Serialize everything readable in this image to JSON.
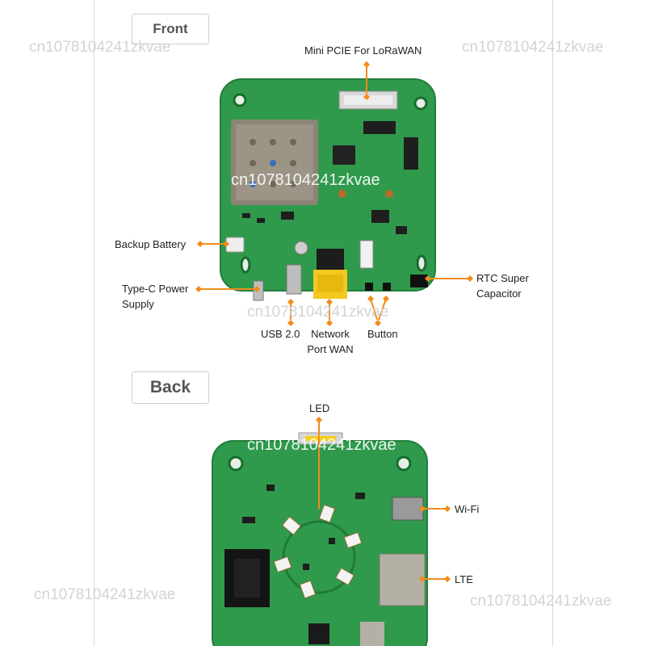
{
  "tabs": {
    "front": "Front",
    "back": "Back"
  },
  "front_labels": {
    "mini_pcie": "Mini PCIE For LoRaWAN",
    "backup_battery": "Backup Battery",
    "type_c_line1": "Type-C Power",
    "type_c_line2": "Supply",
    "rtc_line1": "RTC Super",
    "rtc_line2": "Capacitor",
    "usb": "USB 2.0",
    "network_line1": "Network",
    "network_line2": "Port WAN",
    "button": "Button"
  },
  "back_labels": {
    "led": "LED",
    "wifi": "Wi-Fi",
    "lte": "LTE"
  },
  "watermark": "cn1078104241zkvae",
  "colors": {
    "accent": "#f28c1c",
    "pcb": "#2f9a4c",
    "pcb_dark": "#1f7a38",
    "text": "#222222"
  }
}
